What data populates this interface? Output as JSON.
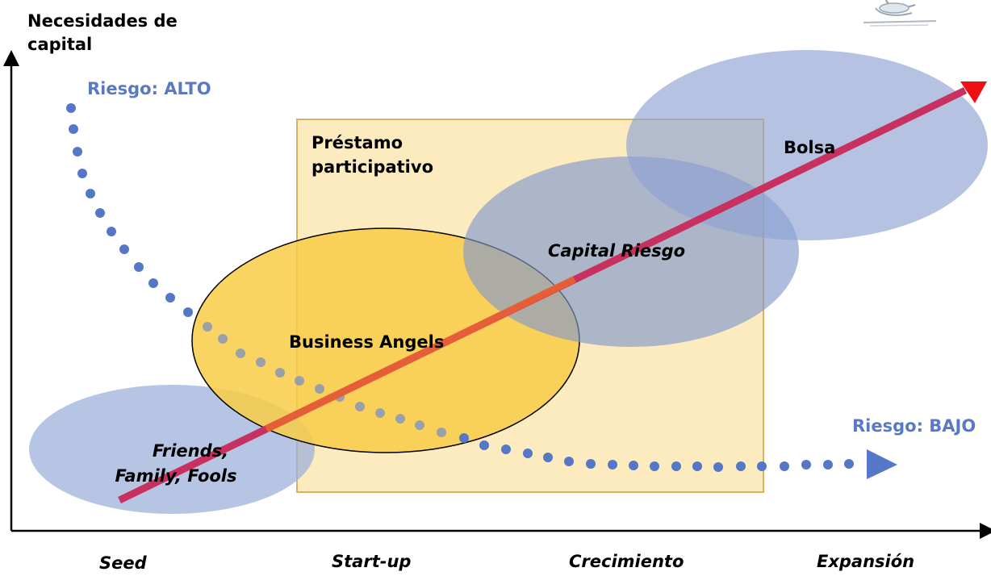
{
  "yaxis_label": [
    "Necesidades de",
    "capital"
  ],
  "risk_high": "Riesgo: ALTO",
  "risk_low": "Riesgo: BAJO",
  "stages": [
    "Seed",
    "Start-up",
    "Crecimiento",
    "Expansión"
  ],
  "regions": {
    "prestamo": [
      "Préstamo",
      "participativo"
    ],
    "business_angels": "Business Angels",
    "capital_riesgo": "Capital Riesgo",
    "bolsa": "Bolsa",
    "friends": [
      "Friends,",
      "Family, Fools"
    ]
  },
  "colors": {
    "ellipse_blue": "#9fb1dc",
    "ellipse_gold": "#f8cd47",
    "prestamo_fill": "#fbe8b4",
    "prestamo_border": "#d6b45f",
    "arrow_main": "#c8315f",
    "arrow_mid": "#f06e2a",
    "arrow_head": "#ee1111",
    "dots": "#5676c8",
    "risk_text": "#5b79c3"
  },
  "icons": [
    "up-arrow-icon",
    "right-arrow-icon",
    "triangle-arrowhead-icon",
    "cartoon-figure-icon"
  ]
}
